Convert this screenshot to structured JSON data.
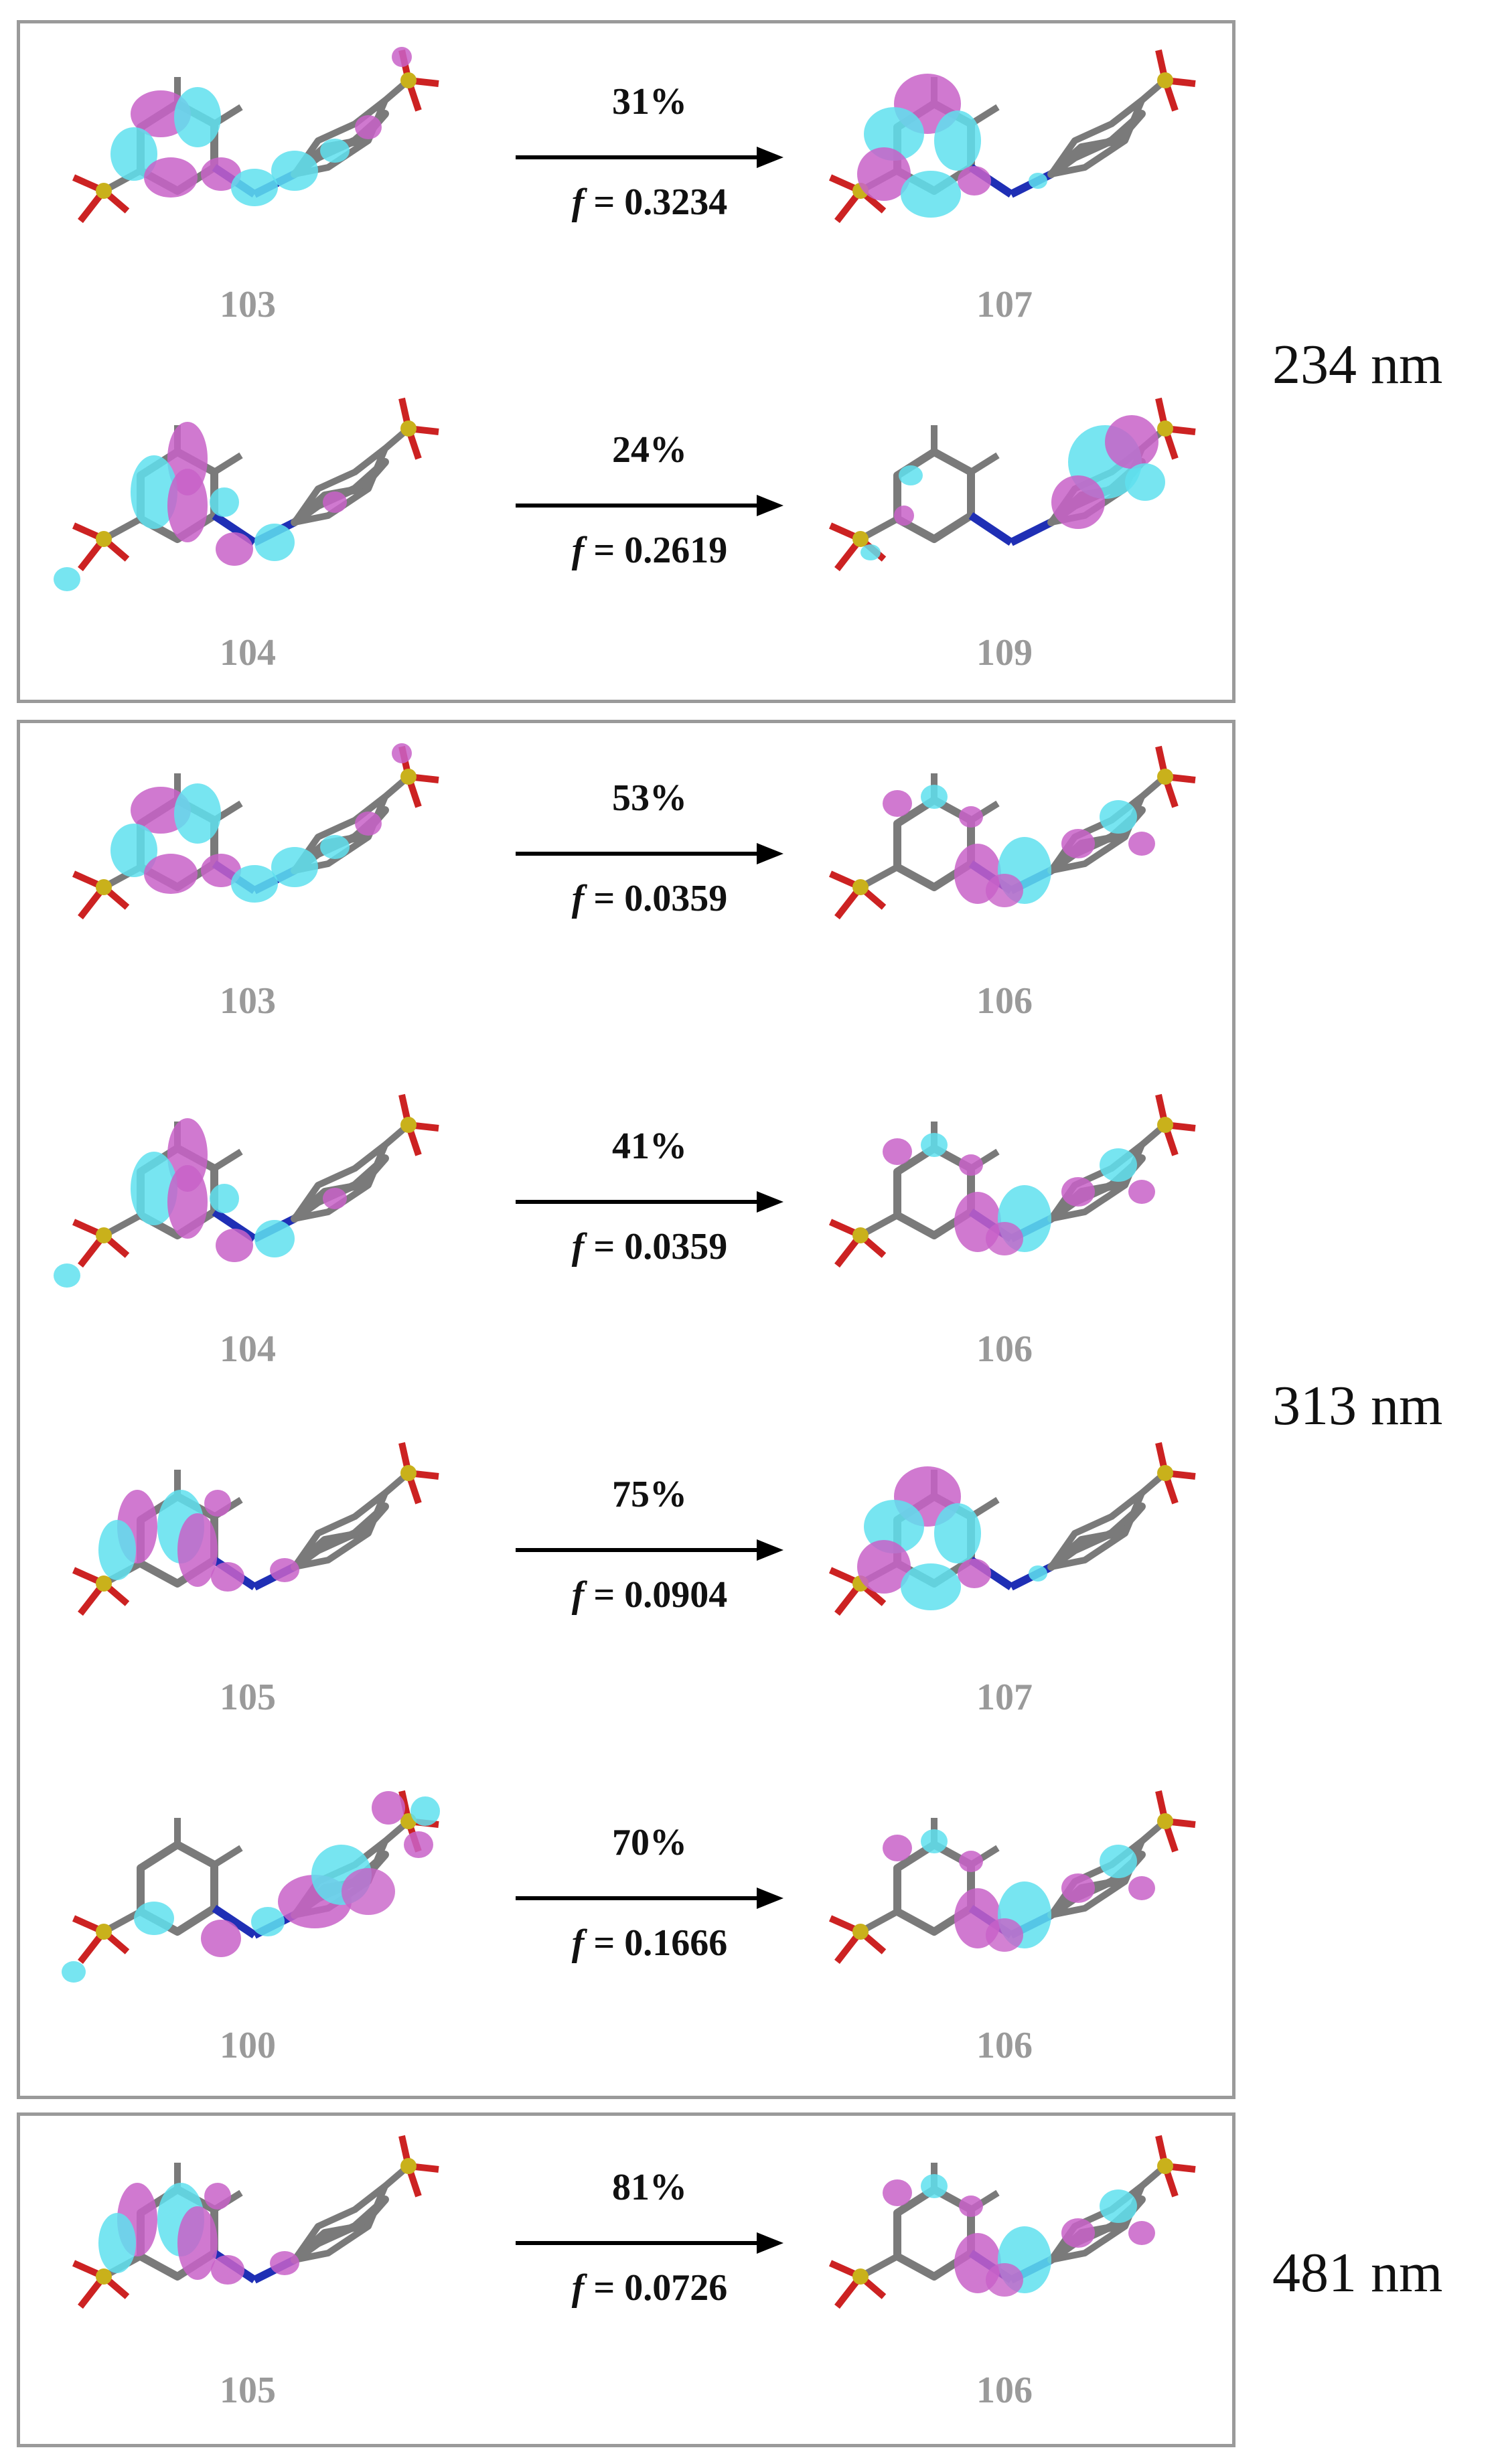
{
  "colors": {
    "border": "#9a9a9a",
    "positive_lobe": "#5fe0ef",
    "negative_lobe": "#c862c8",
    "bond": "#7a7a7a",
    "sulfur": "#c9b11b",
    "oxygen": "#cc2222",
    "nitrogen": "#1f2fb5",
    "mo_label": "#9a9a9a"
  },
  "groups": [
    {
      "wavelength": "234 nm",
      "rows": [
        {
          "from": "103",
          "to": "107",
          "percent": "31%",
          "f_prefix": "f",
          "f_value": " = 0.3234"
        },
        {
          "from": "104",
          "to": "109",
          "percent": "24%",
          "f_prefix": "f",
          "f_value": " = 0.2619"
        }
      ]
    },
    {
      "wavelength": "313 nm",
      "rows": [
        {
          "from": "103",
          "to": "106",
          "percent": "53%",
          "f_prefix": "f",
          "f_value": " = 0.0359"
        },
        {
          "from": "104",
          "to": "106",
          "percent": "41%",
          "f_prefix": "f",
          "f_value": " = 0.0359"
        },
        {
          "from": "105",
          "to": "107",
          "percent": "75%",
          "f_prefix": "f",
          "f_value": " = 0.0904"
        },
        {
          "from": "100",
          "to": "106",
          "percent": "70%",
          "f_prefix": "f",
          "f_value": " = 0.1666"
        }
      ]
    },
    {
      "wavelength": "481 nm",
      "rows": [
        {
          "from": "105",
          "to": "106",
          "percent": "81%",
          "f_prefix": "f",
          "f_value": " = 0.0726"
        }
      ]
    }
  ]
}
